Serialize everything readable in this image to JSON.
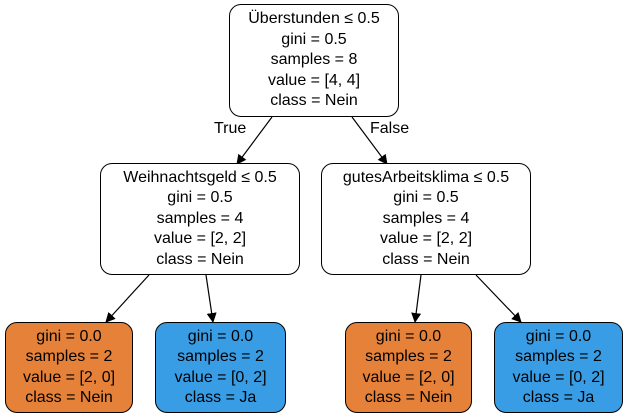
{
  "colors": {
    "decision": "#ffffff",
    "class_nein": "#e58139",
    "class_ja": "#399de5",
    "edge": "#000000"
  },
  "edges_text": {
    "true_label": "True",
    "false_label": "False"
  },
  "nodes": [
    {
      "id": "root",
      "kind": "decision",
      "lines": [
        "Überstunden ≤ 0.5",
        "gini = 0.5",
        "samples = 8",
        "value = [4, 4]",
        "class = Nein"
      ]
    },
    {
      "id": "left",
      "kind": "decision",
      "lines": [
        "Weihnachtsgeld ≤ 0.5",
        "gini = 0.5",
        "samples = 4",
        "value = [2, 2]",
        "class = Nein"
      ]
    },
    {
      "id": "right",
      "kind": "decision",
      "lines": [
        "gutesArbeitsklima ≤ 0.5",
        "gini = 0.5",
        "samples = 4",
        "value = [2, 2]",
        "class = Nein"
      ]
    },
    {
      "id": "leaf1",
      "kind": "class_nein",
      "lines": [
        "gini = 0.0",
        "samples = 2",
        "value = [2, 0]",
        "class = Nein"
      ]
    },
    {
      "id": "leaf2",
      "kind": "class_ja",
      "lines": [
        "gini = 0.0",
        "samples = 2",
        "value = [0, 2]",
        "class = Ja"
      ]
    },
    {
      "id": "leaf3",
      "kind": "class_nein",
      "lines": [
        "gini = 0.0",
        "samples = 2",
        "value = [2, 0]",
        "class = Nein"
      ]
    },
    {
      "id": "leaf4",
      "kind": "class_ja",
      "lines": [
        "gini = 0.0",
        "samples = 2",
        "value = [0, 2]",
        "class = Ja"
      ]
    }
  ]
}
